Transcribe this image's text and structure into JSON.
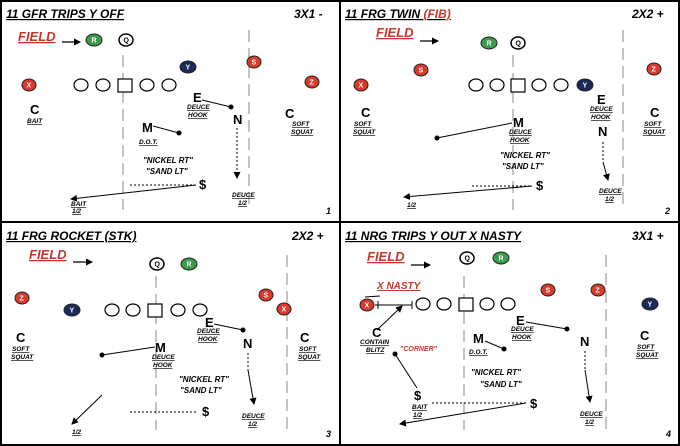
{
  "panels": [
    {
      "title": "11 GFR TRIPS Y OFF",
      "formation": "3X1 -",
      "field": "FIELD",
      "number": "1",
      "call": [
        "\"NICKEL RT\"",
        "\"SAND LT\""
      ],
      "players": {
        "R": "R",
        "Q": "Q",
        "X": "X",
        "Y": "Y",
        "S": "S",
        "Z": "Z"
      },
      "defenders": {
        "c_left": "C",
        "c_left_assign": "BAIT",
        "m": "M",
        "m_assign": "D.O.T.",
        "e": "E",
        "e_assign_1": "DEUCE",
        "e_assign_2": "HOOK",
        "n": "N",
        "c_right": "C",
        "c_right_assign_1": "SOFT",
        "c_right_assign_2": "SQUAT",
        "dollar": "$",
        "bait_1": "BAIT",
        "bait_2": "1/2",
        "deuce_1": "DEUCE",
        "deuce_2": "1/2"
      }
    },
    {
      "title": "11 FRG TWIN ",
      "title_tag": "(FIB)",
      "formation": "2X2 +",
      "field": "FIELD",
      "number": "2",
      "call": [
        "\"NICKEL RT\"",
        "\"SAND LT\""
      ],
      "players": {
        "R": "R",
        "Q": "Q",
        "X": "X",
        "S": "S",
        "Y": "Y",
        "Z": "Z"
      },
      "defenders": {
        "c_left": "C",
        "c_left_assign_1": "SOFT",
        "c_left_assign_2": "SQUAT",
        "m": "M",
        "m_assign_1": "DEUCE",
        "m_assign_2": "HOOK",
        "e": "E",
        "e_assign_1": "DEUCE",
        "e_assign_2": "HOOK",
        "n": "N",
        "c_right": "C",
        "c_right_assign_1": "SOFT",
        "c_right_assign_2": "SQUAT",
        "dollar": "$",
        "half_left": "1/2",
        "deuce_1": "DEUCE",
        "deuce_2": "1/2"
      }
    },
    {
      "title": "11 FRG ROCKET (STK)",
      "formation": "2X2 +",
      "field": "FIELD",
      "number": "3",
      "call": [
        "\"NICKEL RT\"",
        "\"SAND LT\""
      ],
      "players": {
        "Q": "Q",
        "R": "R",
        "Z": "Z",
        "Y": "Y",
        "S": "S",
        "X": "X"
      },
      "defenders": {
        "c_left": "C",
        "c_left_assign_1": "SOFT",
        "c_left_assign_2": "SQUAT",
        "m": "M",
        "m_assign_1": "DEUCE",
        "m_assign_2": "HOOK",
        "e": "E",
        "e_assign_1": "DEUCE",
        "e_assign_2": "HOOK",
        "n": "N",
        "c_right": "C",
        "c_right_assign_1": "SOFT",
        "c_right_assign_2": "SQUAT",
        "dollar": "$",
        "half_left": "1/2",
        "deuce_1": "DEUCE",
        "deuce_2": "1/2"
      }
    },
    {
      "title": "11 NRG TRIPS Y OUT X NASTY",
      "formation": "3X1 +",
      "field": "FIELD",
      "number": "4",
      "x_nasty": "X NASTY",
      "corner": "\"CORNER\"",
      "call": [
        "\"NICKEL RT\"",
        "\"SAND LT\""
      ],
      "players": {
        "Q": "Q",
        "R": "R",
        "X": "X",
        "S": "S",
        "Z": "Z",
        "Y": "Y"
      },
      "defenders": {
        "c_left": "C",
        "c_left_assign_1": "CONTAIN",
        "c_left_assign_2": "BLITZ",
        "m": "M",
        "m_assign": "D.O.T.",
        "e": "E",
        "e_assign_1": "DEUCE",
        "e_assign_2": "HOOK",
        "n": "N",
        "c_right": "C",
        "c_right_assign_1": "SOFT",
        "c_right_assign_2": "SQUAT",
        "dollar_mid": "$",
        "dollar": "$",
        "bait_1": "BAIT",
        "bait_2": "1/2",
        "deuce_1": "DEUCE",
        "deuce_2": "1/2"
      }
    }
  ],
  "colors": {
    "red_player": "#d93a2b",
    "green_player": "#3c9a4e",
    "navy_player": "#1c2a5a",
    "field_text": "#c0392b"
  }
}
